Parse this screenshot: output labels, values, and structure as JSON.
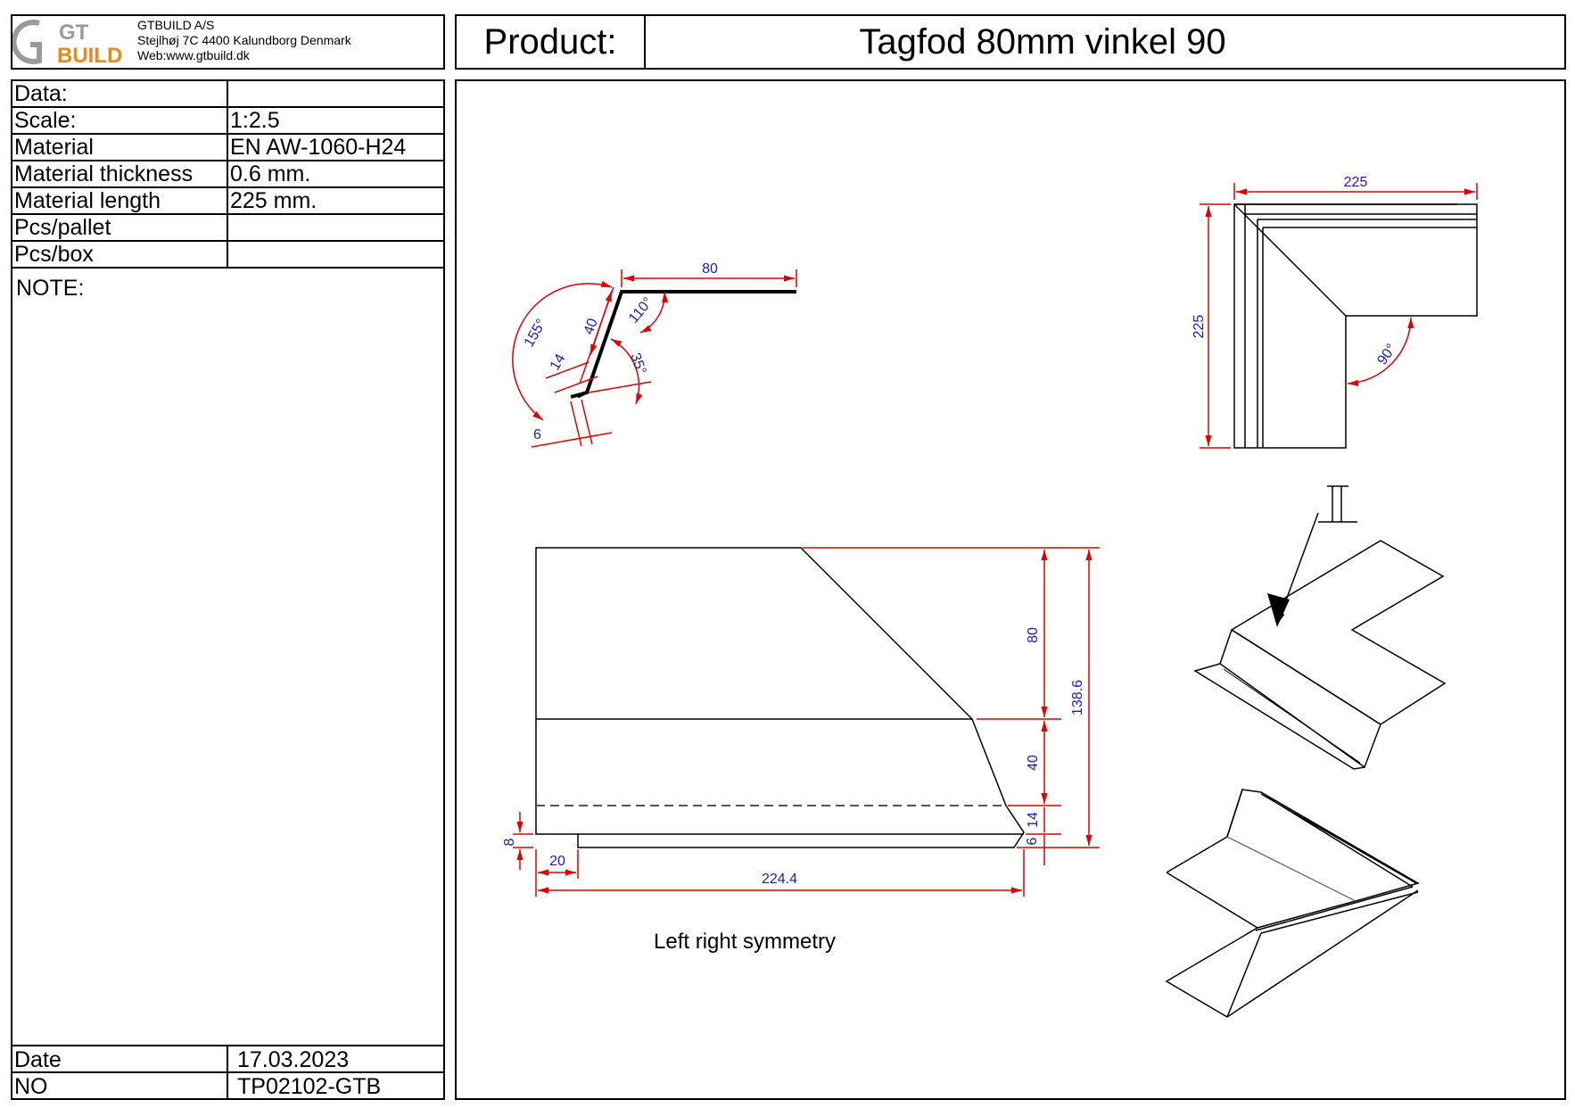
{
  "header": {
    "company": "GTBUILD A/S",
    "address": "Stejlhøj 7C 4400 Kalundborg Denmark",
    "web": "Web:www.gtbuild.dk",
    "logo_top": "GT",
    "logo_bottom": "BUILD",
    "product_label": "Product:",
    "product_title": "Tagfod 80mm vinkel 90"
  },
  "data_table": {
    "rows": [
      {
        "key": "Data:",
        "value": ""
      },
      {
        "key": "Scale:",
        "value": "1:2.5"
      },
      {
        "key": "Material",
        "value": "EN AW-1060-H24"
      },
      {
        "key": "Material thickness",
        "value": "0.6 mm."
      },
      {
        "key": "Material length",
        "value": "225 mm."
      },
      {
        "key": "Pcs/pallet",
        "value": ""
      },
      {
        "key": "Pcs/box",
        "value": ""
      }
    ],
    "note_label": "NOTE:",
    "date_label": "Date",
    "date_value": "17.03.2023",
    "no_label": "NO",
    "no_value": "TP02102-GTB"
  },
  "profile": {
    "dim_80": "80",
    "angle_110": "110°",
    "dim_40": "40",
    "angle_155": "155°",
    "dim_14": "14",
    "angle_35": "35°",
    "dim_6": "6"
  },
  "flat_pattern": {
    "dim_80": "80",
    "dim_40": "40",
    "dim_14": "14",
    "dim_6": "6",
    "dim_138_6": "138.6",
    "dim_8": "8",
    "dim_20": "20",
    "dim_224_4": "224.4",
    "caption": "Left right symmetry"
  },
  "top_view": {
    "dim_width": "225",
    "dim_height": "225",
    "angle": "90°"
  },
  "colors": {
    "dimension_line": "#e00000",
    "dimension_text": "#1a1acc",
    "logo_gray": "#9a9a9a",
    "logo_orange": "#e88a1a"
  }
}
